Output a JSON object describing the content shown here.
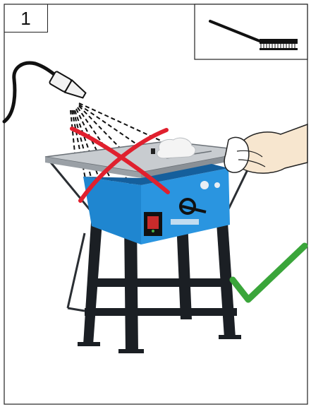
{
  "figure": {
    "step_number": "1"
  },
  "scene": {
    "tool_inset": "wire-brush-icon",
    "prohibited_method": "compressed-air-spray",
    "prohibited_mark": "red-cross",
    "approved_method": "wiping-with-cloth",
    "approved_mark": "green-checkmark",
    "device": "table-saw-on-stand"
  },
  "colors": {
    "cross": "#e0202e",
    "check": "#3aa53a",
    "saw_body": "#1f86d0",
    "saw_dark": "#155f9c",
    "table_top": "#c8ccd0",
    "stand": "#1b1f24",
    "skin": "#f7e6cf",
    "frame": "#222222"
  }
}
